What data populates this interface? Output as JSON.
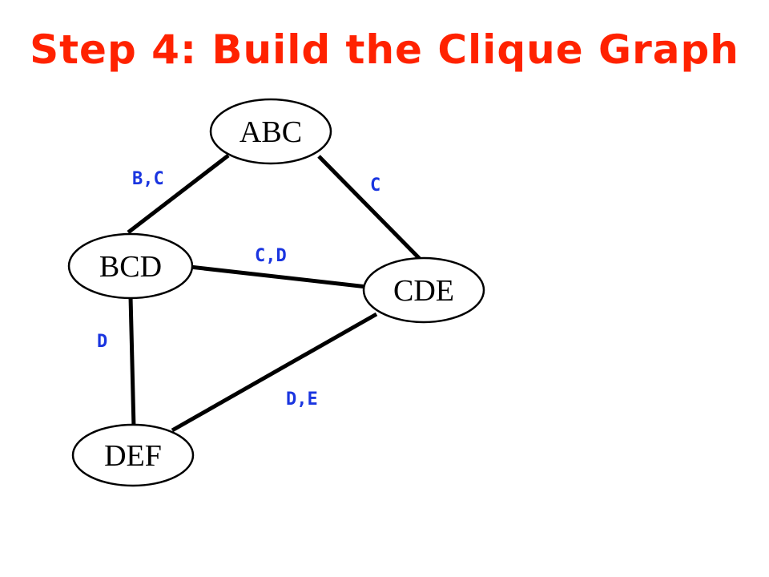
{
  "title": "Step 4: Build the Clique Graph",
  "colors": {
    "title": "#ff2200",
    "edge_label": "#1a35e0",
    "edge": "#000000",
    "node_border": "#000000",
    "node_fill": "#ffffff"
  },
  "nodes": [
    {
      "id": "ABC",
      "label": "ABC"
    },
    {
      "id": "BCD",
      "label": "BCD"
    },
    {
      "id": "CDE",
      "label": "CDE"
    },
    {
      "id": "DEF",
      "label": "DEF"
    }
  ],
  "edges": [
    {
      "from": "ABC",
      "to": "BCD",
      "label": "B,C"
    },
    {
      "from": "ABC",
      "to": "CDE",
      "label": "C"
    },
    {
      "from": "BCD",
      "to": "CDE",
      "label": "C,D"
    },
    {
      "from": "BCD",
      "to": "DEF",
      "label": "D"
    },
    {
      "from": "CDE",
      "to": "DEF",
      "label": "D,E"
    }
  ]
}
